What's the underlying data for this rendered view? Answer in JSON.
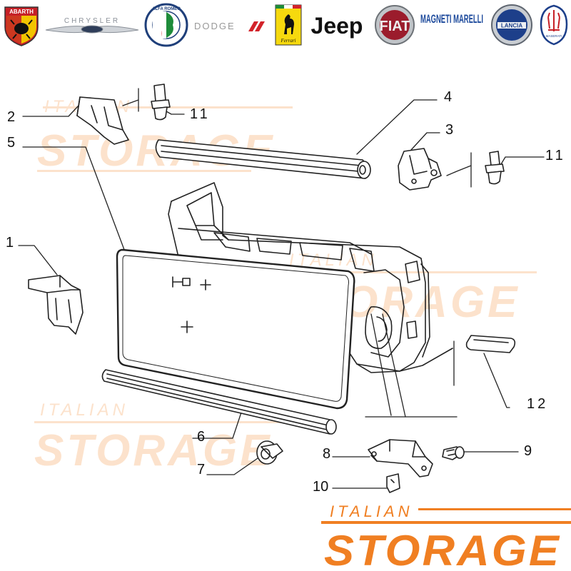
{
  "brands": [
    {
      "id": "abarth",
      "label": "ABARTH"
    },
    {
      "id": "chrysler",
      "label": "CHRYSLER"
    },
    {
      "id": "alfa-romeo",
      "label": "ALFA ROMEO"
    },
    {
      "id": "dodge",
      "label": "DODGE"
    },
    {
      "id": "ferrari",
      "label": "Ferrari"
    },
    {
      "id": "jeep",
      "label": "Jeep"
    },
    {
      "id": "fiat",
      "label": "FIAT"
    },
    {
      "id": "magneti-marelli",
      "label": "MAGNETI MARELLI"
    },
    {
      "id": "lancia",
      "label": "LANCIA"
    },
    {
      "id": "maserati",
      "label": "MASERATI"
    }
  ],
  "watermark": {
    "line1": "ITALIAN",
    "line2": "STORAGE",
    "color": "#f59a4a"
  },
  "callouts": [
    "1",
    "2",
    "3",
    "4",
    "5",
    "6",
    "7",
    "8",
    "9",
    "10",
    "11",
    "11",
    "12"
  ],
  "footer": {
    "line1": "ITALIAN",
    "line2": "STORAGE",
    "color": "#f07f22"
  }
}
